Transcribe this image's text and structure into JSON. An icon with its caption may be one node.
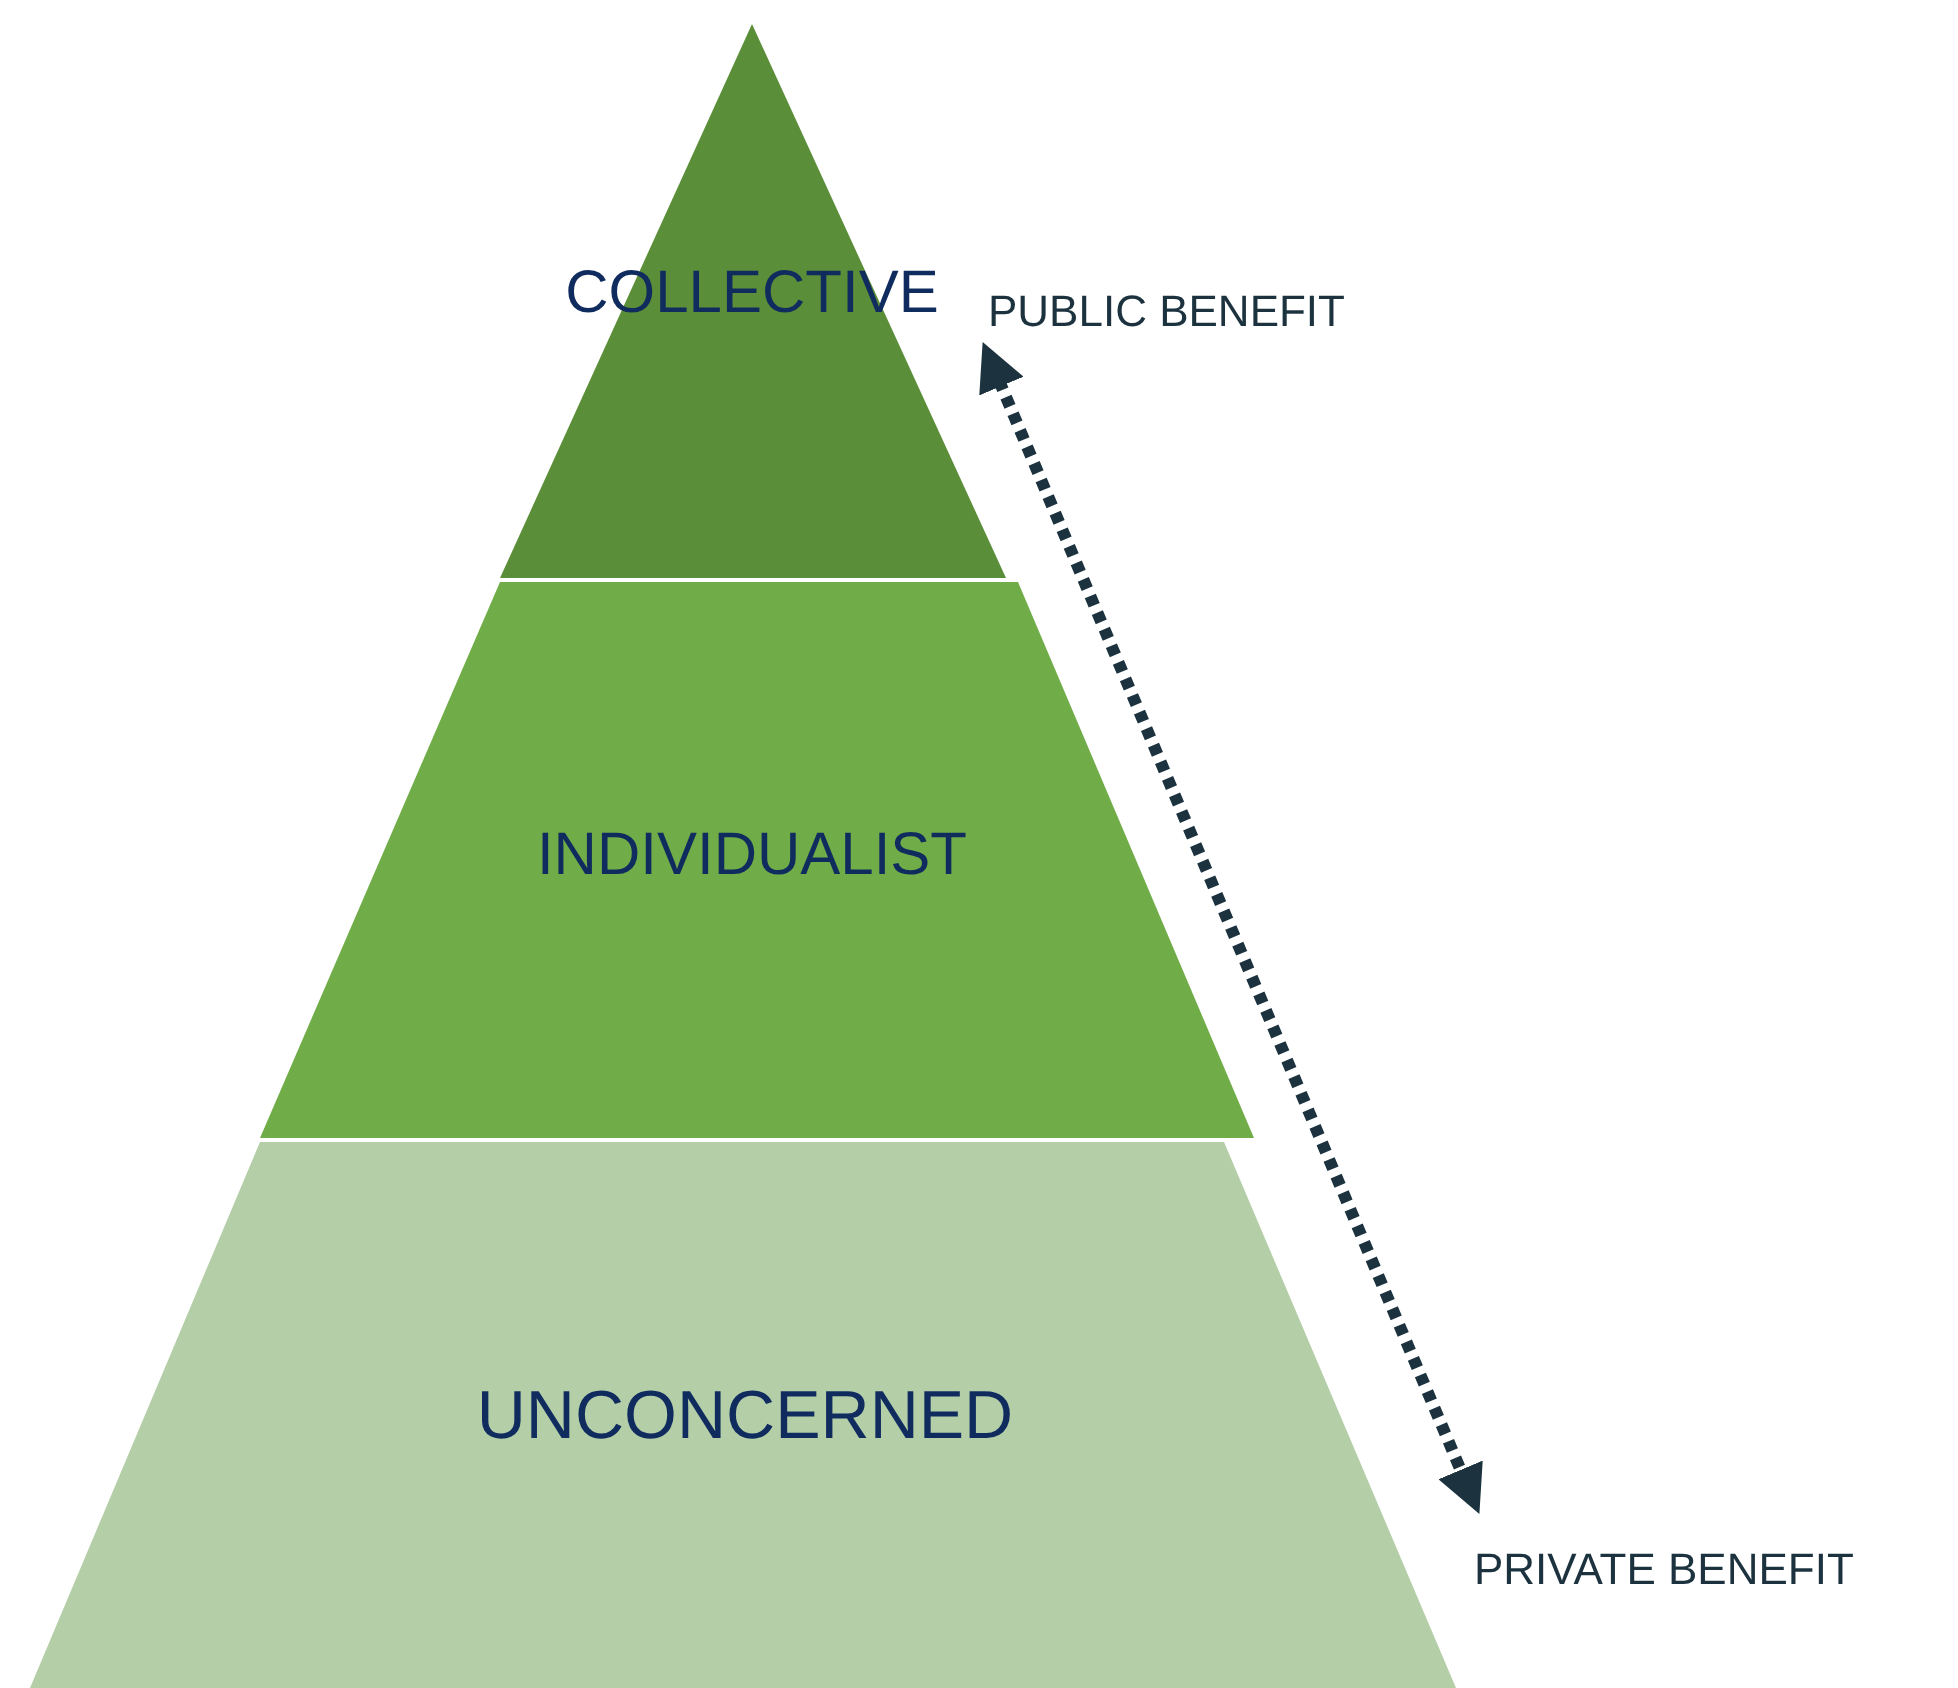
{
  "diagram": {
    "nodes": [
      {
        "text": [
          "COLLECTIVE"
        ]
      },
      {
        "text": [
          "INDIVIDUALIST"
        ]
      },
      {
        "text": [
          "UNCONCERNED"
        ]
      },
      {
        "text": [
          "PUBLIC BENEFIT"
        ]
      },
      {
        "text": [
          "PRIVATE BENEFIT"
        ]
      }
    ],
    "edges": [
      {
        "from": 3,
        "to": 4,
        "arrow": "both",
        "style": "dashed"
      }
    ]
  }
}
